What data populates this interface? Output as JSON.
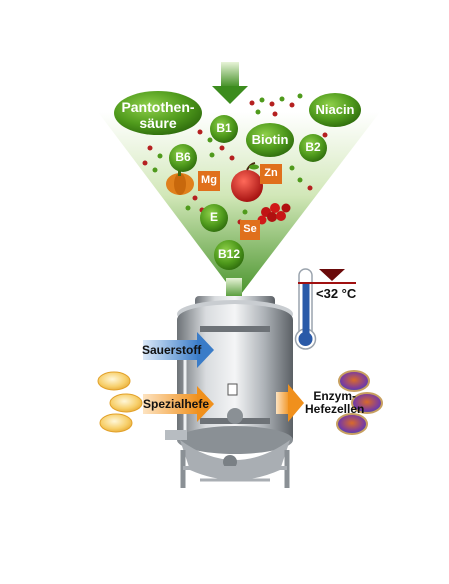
{
  "nutrients": {
    "pantothenic_line1": "Pantothen-",
    "pantothenic_line2": "säure",
    "b1": "B1",
    "biotin": "Biotin",
    "niacin": "Niacin",
    "b2": "B2",
    "b6": "B6",
    "mg": "Mg",
    "zn": "Zn",
    "e": "E",
    "se": "Se",
    "b12": "B12"
  },
  "thermometer": {
    "label": "<32 °C"
  },
  "inputs": {
    "oxygen": "Sauerstoff",
    "yeast": "Spezialhefe"
  },
  "output": {
    "line1": "Enzym-",
    "line2": "Hefezellen"
  },
  "colors": {
    "funnel_green": "#3c8c1e",
    "nutrient_green": "#4f9a1c",
    "mineral_orange": "#e0701c",
    "oxygen_blue": "#3a7cc8",
    "yeast_orange": "#f0901c",
    "thermo_red": "#a01010"
  }
}
